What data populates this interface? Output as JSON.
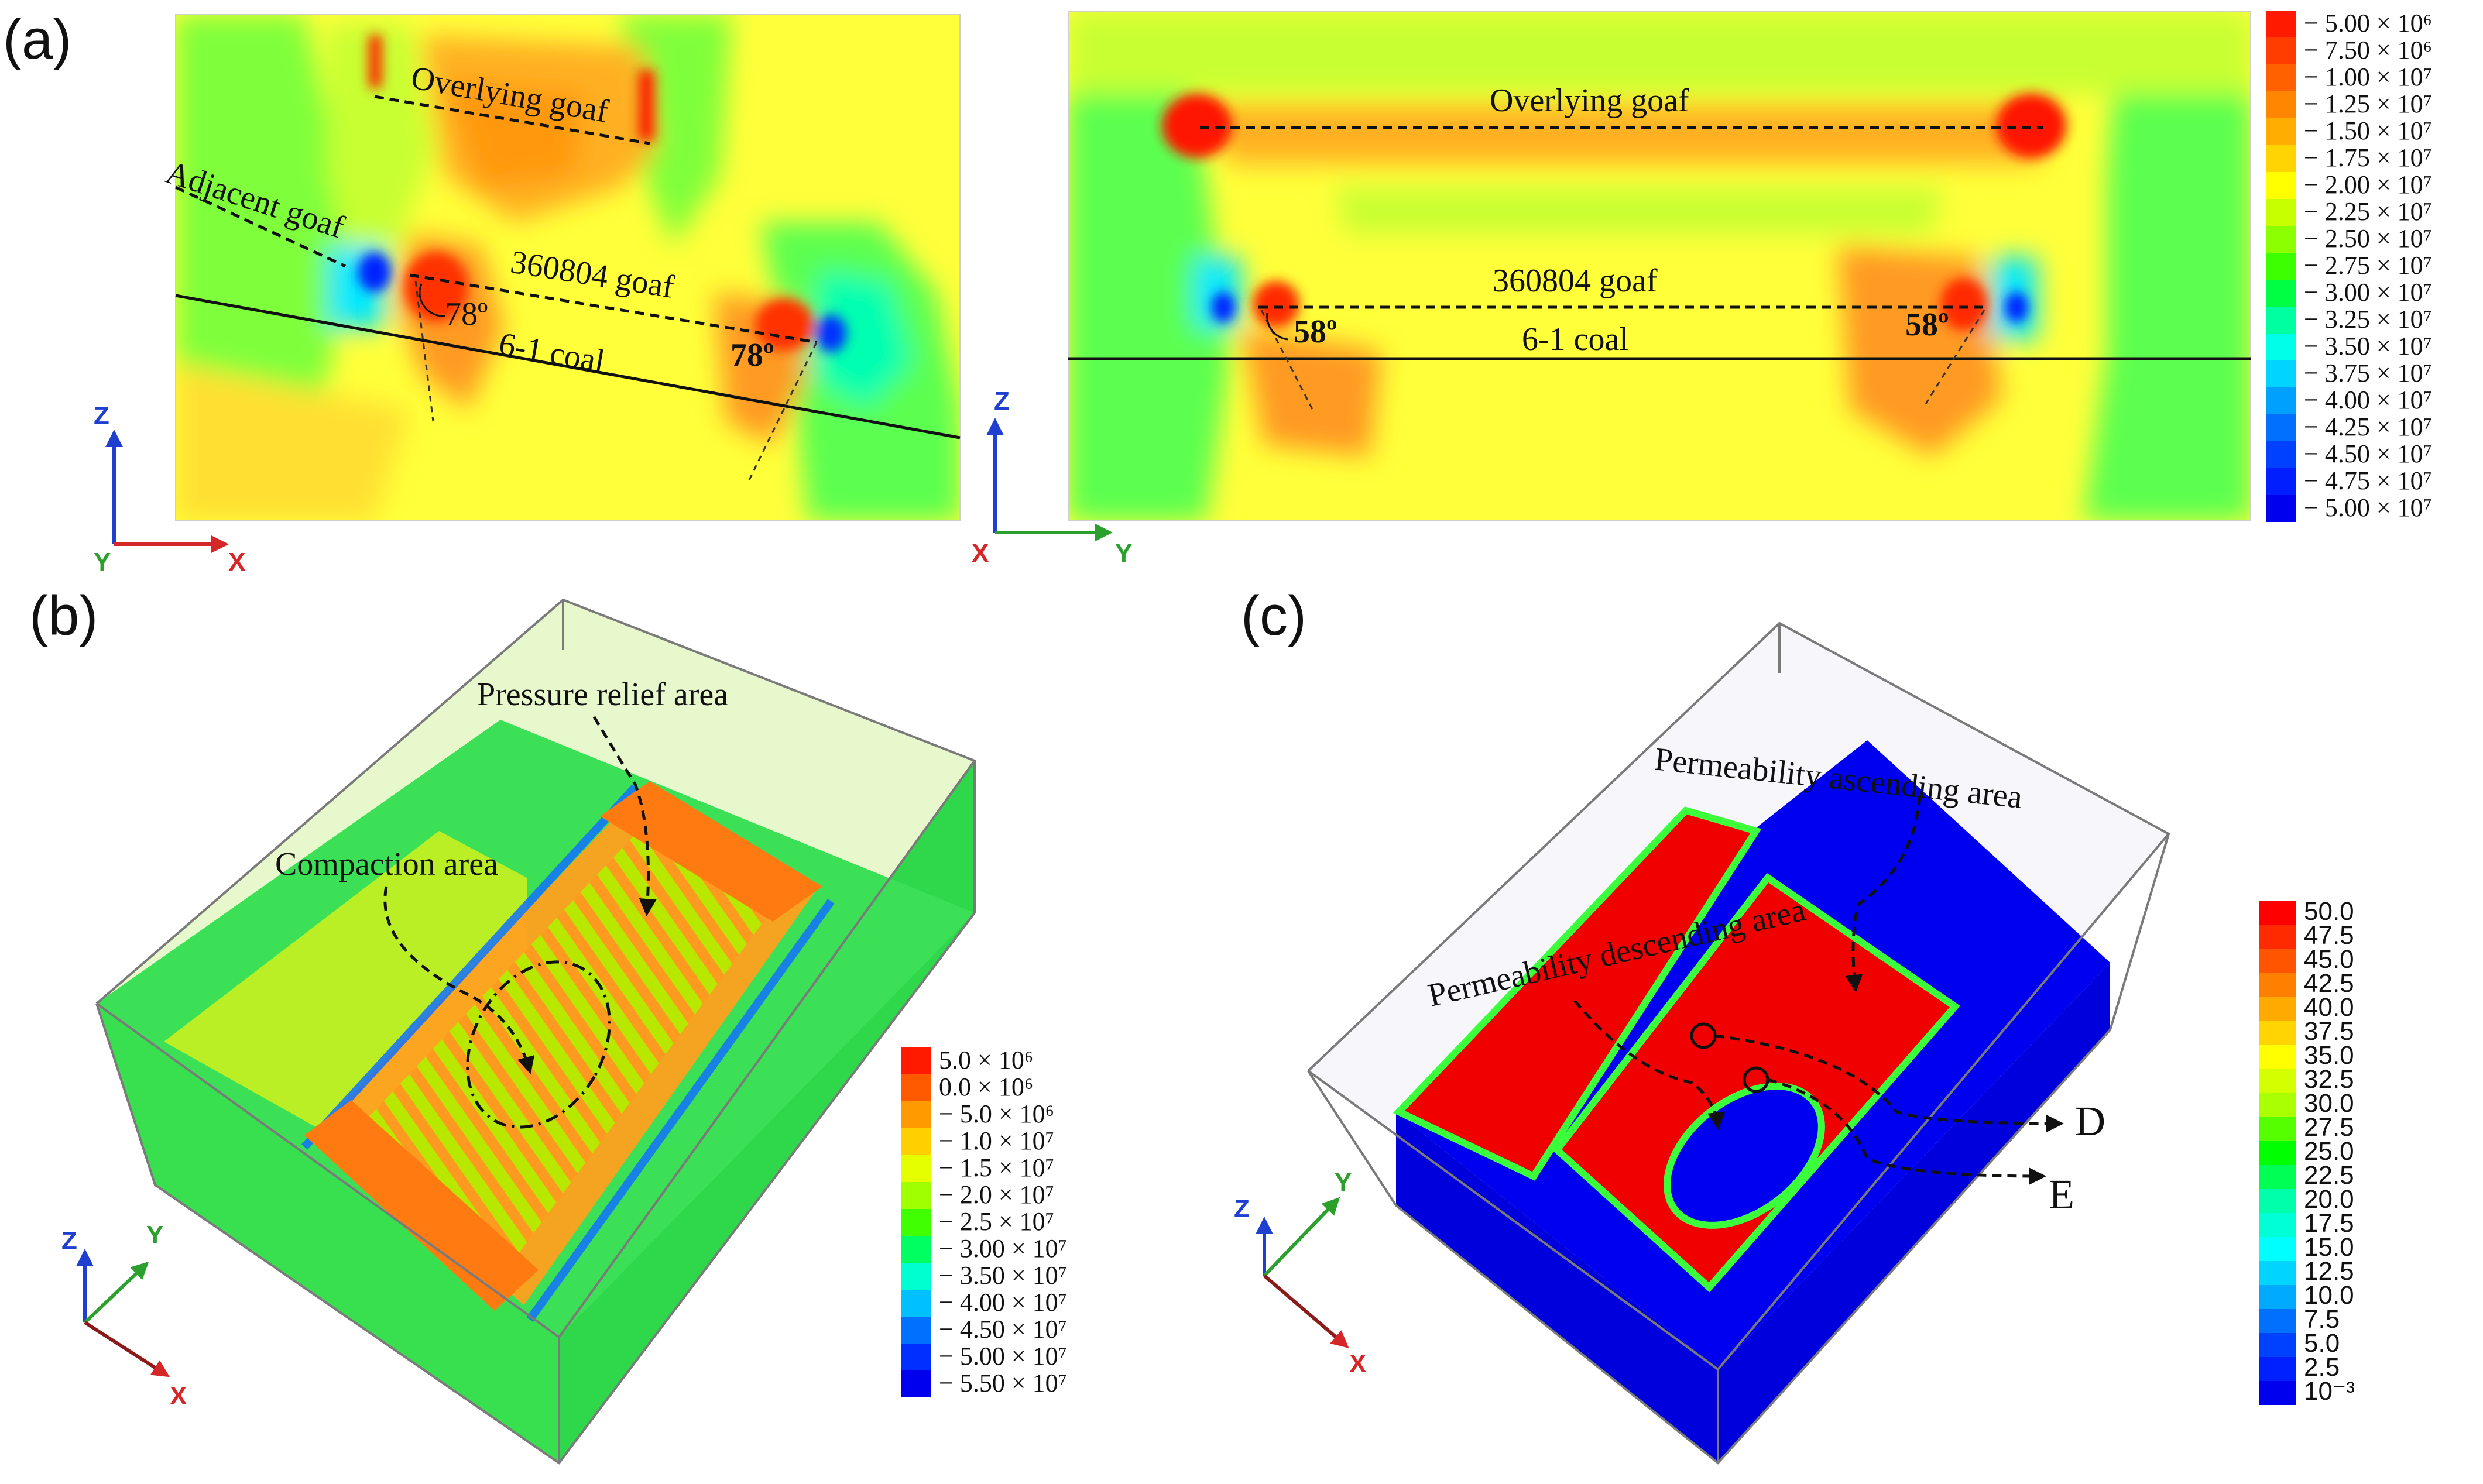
{
  "panels": {
    "a": {
      "label": "(a)",
      "left_overlying_goaf": "Overlying goaf",
      "adjacent_goaf": "Adjacent goaf",
      "left_working_goaf": "360804 goaf",
      "left_coal": "6-1 coal",
      "left_angle_1": "78º",
      "left_angle_2": "78º",
      "left_axes": {
        "z": "Z",
        "y": "Y",
        "x": "X"
      },
      "right_overlying_goaf": "Overlying goaf",
      "right_working_goaf": "360804 goaf",
      "right_coal": "6-1 coal",
      "right_angle_1": "58º",
      "right_angle_2": "58º",
      "right_axes": {
        "z": "Z",
        "x": "X",
        "y": "Y"
      },
      "legend": [
        {
          "label": "− 5.00 × 10⁶",
          "color": "#ff1a00"
        },
        {
          "label": "− 7.50 × 10⁶",
          "color": "#ff3d00"
        },
        {
          "label": "− 1.00 × 10⁷",
          "color": "#ff6000"
        },
        {
          "label": "− 1.25 × 10⁷",
          "color": "#ff8600"
        },
        {
          "label": "− 1.50 × 10⁷",
          "color": "#ffad00"
        },
        {
          "label": "− 1.75 × 10⁷",
          "color": "#ffd400"
        },
        {
          "label": "− 2.00 × 10⁷",
          "color": "#ffff00"
        },
        {
          "label": "− 2.25 × 10⁷",
          "color": "#c8ff00"
        },
        {
          "label": "− 2.50 × 10⁷",
          "color": "#8cff00"
        },
        {
          "label": "− 2.75 × 10⁷",
          "color": "#3cff00"
        },
        {
          "label": "− 3.00 × 10⁷",
          "color": "#00ff44"
        },
        {
          "label": "− 3.25 × 10⁷",
          "color": "#00ffa0"
        },
        {
          "label": "− 3.50 × 10⁷",
          "color": "#00ffe6"
        },
        {
          "label": "− 3.75 × 10⁷",
          "color": "#00d4ff"
        },
        {
          "label": "− 4.00 × 10⁷",
          "color": "#00a0ff"
        },
        {
          "label": "− 4.25 × 10⁷",
          "color": "#0070ff"
        },
        {
          "label": "− 4.50 × 10⁷",
          "color": "#0040ff"
        },
        {
          "label": "− 4.75 × 10⁷",
          "color": "#001eff"
        },
        {
          "label": "− 5.00 × 10⁷",
          "color": "#0000ee"
        }
      ]
    },
    "b": {
      "label": "(b)",
      "pressure_relief": "Pressure relief area",
      "compaction": "Compaction area",
      "axes": {
        "z": "Z",
        "y": "Y",
        "x": "X"
      },
      "legend": [
        {
          "label": "5.0 × 10⁶",
          "color": "#ff1a00"
        },
        {
          "label": "0.0 × 10⁶",
          "color": "#ff5a00"
        },
        {
          "label": "− 5.0 × 10⁶",
          "color": "#ff9a00"
        },
        {
          "label": "− 1.0 × 10⁷",
          "color": "#ffd000"
        },
        {
          "label": "− 1.5 × 10⁷",
          "color": "#e6ff00"
        },
        {
          "label": "− 2.0 × 10⁷",
          "color": "#a0ff00"
        },
        {
          "label": "− 2.5 × 10⁷",
          "color": "#40ff00"
        },
        {
          "label": "− 3.00 × 10⁷",
          "color": "#00ff60"
        },
        {
          "label": "− 3.50 × 10⁷",
          "color": "#00ffd0"
        },
        {
          "label": "− 4.00 × 10⁷",
          "color": "#00c0ff"
        },
        {
          "label": "− 4.50 × 10⁷",
          "color": "#0070ff"
        },
        {
          "label": "− 5.00 × 10⁷",
          "color": "#0030ff"
        },
        {
          "label": "− 5.50 × 10⁷",
          "color": "#0000ee"
        }
      ]
    },
    "c": {
      "label": "(c)",
      "ascending": "Permeability ascending area",
      "descending": "Permeability descending area",
      "point_d": "D",
      "point_e": "E",
      "axes": {
        "z": "Z",
        "y": "Y",
        "x": "X"
      },
      "legend": [
        {
          "label": "50.0",
          "color": "#ff0000"
        },
        {
          "label": "47.5",
          "color": "#ff2a00"
        },
        {
          "label": "45.0",
          "color": "#ff5500"
        },
        {
          "label": "42.5",
          "color": "#ff8000"
        },
        {
          "label": "40.0",
          "color": "#ffaa00"
        },
        {
          "label": "37.5",
          "color": "#ffd400"
        },
        {
          "label": "35.0",
          "color": "#ffff00"
        },
        {
          "label": "32.5",
          "color": "#d4ff00"
        },
        {
          "label": "30.0",
          "color": "#aaff00"
        },
        {
          "label": "27.5",
          "color": "#55ff00"
        },
        {
          "label": "25.0",
          "color": "#00ff00"
        },
        {
          "label": "22.5",
          "color": "#00ff55"
        },
        {
          "label": "20.0",
          "color": "#00ffaa"
        },
        {
          "label": "17.5",
          "color": "#00ffd4"
        },
        {
          "label": "15.0",
          "color": "#00ffff"
        },
        {
          "label": "12.5",
          "color": "#00d4ff"
        },
        {
          "label": "10.0",
          "color": "#00aaff"
        },
        {
          "label": "7.5",
          "color": "#0070ff"
        },
        {
          "label": "5.0",
          "color": "#0040ff"
        },
        {
          "label": "2.5",
          "color": "#0020ff"
        },
        {
          "label": "10⁻³",
          "color": "#0000ee"
        }
      ]
    }
  },
  "colors": {
    "axis_z": "#1f3fd0",
    "axis_y": "#2ca02c",
    "axis_x": "#d62728"
  }
}
